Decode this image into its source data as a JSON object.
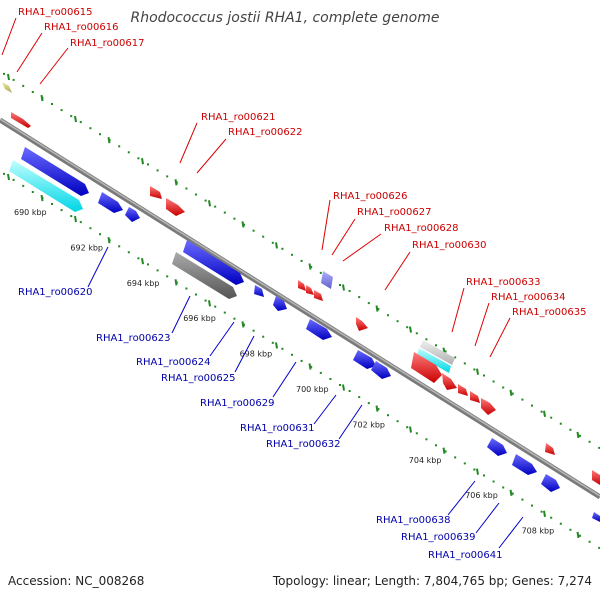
{
  "title": "Rhodococcus jostii RHA1, complete genome",
  "footer": {
    "accession": "Accession: NC_008268",
    "summary": "Topology: linear; Length: 7,804,765 bp; Genes: 7,274"
  },
  "colors": {
    "forward_gene": "#ee0000",
    "reverse_gene": "#0000ee",
    "tick": "#228822",
    "backbone": "#888888",
    "label_forward": "#cc0000",
    "label_reverse": "#0000aa"
  },
  "ruler_labels": [
    "690 kbp",
    "692 kbp",
    "694 kbp",
    "696 kbp",
    "698 kbp",
    "700 kbp",
    "702 kbp",
    "704 kbp",
    "706 kbp",
    "708 kbp"
  ],
  "forward_labels": [
    "RHA1_ro00615",
    "RHA1_ro00616",
    "RHA1_ro00617",
    "RHA1_ro00621",
    "RHA1_ro00622",
    "RHA1_ro00626",
    "RHA1_ro00627",
    "RHA1_ro00628",
    "RHA1_ro00630",
    "RHA1_ro00633",
    "RHA1_ro00634",
    "RHA1_ro00635"
  ],
  "reverse_labels": [
    "RHA1_ro00620",
    "RHA1_ro00623",
    "RHA1_ro00624",
    "RHA1_ro00625",
    "RHA1_ro00629",
    "RHA1_ro00631",
    "RHA1_ro00632",
    "RHA1_ro00638",
    "RHA1_ro00639",
    "RHA1_ro00641"
  ]
}
